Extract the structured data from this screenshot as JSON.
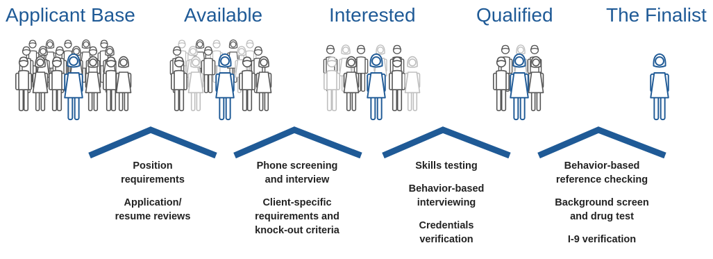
{
  "stages": [
    {
      "title": "Applicant Base",
      "criteria": [
        "Position\nrequirements",
        "Application/\nresume reviews"
      ]
    },
    {
      "title": "Available",
      "criteria": [
        "Phone screening\nand interview",
        "Client-specific\nrequirements and\nknock-out criteria"
      ]
    },
    {
      "title": "Interested",
      "criteria": [
        "Skills testing",
        "Behavior-based\ninterviewing",
        "Credentials\nverification"
      ]
    },
    {
      "title": "Qualified",
      "criteria": [
        "Behavior-based\nreference checking",
        "Background screen\nand drug test",
        "I-9 verification"
      ]
    },
    {
      "title": "The Finalist",
      "criteria": []
    }
  ],
  "colors": {
    "title": "#1f5a96",
    "accent": "#1f5a96",
    "person": "#555555",
    "person_faded": "#bfbfbf",
    "highlight": "#1f5a96"
  },
  "icons": {
    "person": "person-icon",
    "highlighted_person": "highlighted-person-icon"
  }
}
